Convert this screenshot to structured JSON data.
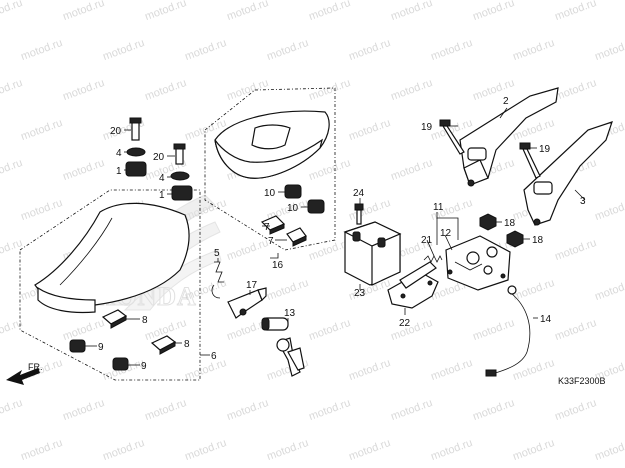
{
  "watermark_text": "motod.ru",
  "diagram_code": "K33F2300B",
  "direction_label": "FR.",
  "brand_text": "HONDA",
  "callouts": {
    "c1a": "1",
    "c1b": "1",
    "c2": "2",
    "c3": "3",
    "c4a": "4",
    "c4b": "4",
    "c5": "5",
    "c6": "6",
    "c7a": "7",
    "c7b": "7",
    "c8a": "8",
    "c8b": "8",
    "c9a": "9",
    "c9b": "9",
    "c10a": "10",
    "c10b": "10",
    "c11": "11",
    "c12": "12",
    "c13": "13",
    "c14": "14",
    "c16": "16",
    "c17": "17",
    "c18a": "18",
    "c18b": "18",
    "c19a": "19",
    "c19b": "19",
    "c20a": "20",
    "c20b": "20",
    "c21": "21",
    "c22": "22",
    "c23": "23",
    "c24": "24"
  }
}
